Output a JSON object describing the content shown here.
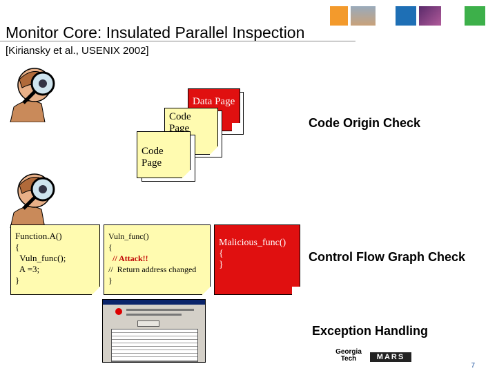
{
  "slide": {
    "title": "Monitor Core: Insulated Parallel Inspection",
    "citation": "[Kiriansky et al., USENIX 2002]",
    "page_number": "7"
  },
  "pages": {
    "data_page": "Data Page",
    "code_page_top": "Code Page",
    "code_page_mid": "Code Page"
  },
  "code_boxes": {
    "function_a": [
      "Function.A()",
      "{",
      "  Vuln_func();",
      "  A =3;",
      "}"
    ],
    "vuln_func": [
      "Vuln_func()",
      "{",
      "  // Attack!!",
      "//  Return address changed",
      "}"
    ],
    "malicious": [
      "Malicious_func()",
      "{",
      "}"
    ]
  },
  "labels": {
    "code_origin": "Code Origin Check",
    "control_flow": "Control Flow Graph Check",
    "exception": "Exception Handling"
  },
  "logos": {
    "georgia_tech": "Georgia Tech",
    "mars": "MARS"
  },
  "colors": {
    "red_page": "#e01010",
    "yellow_page": "#fffbb0",
    "attack_text": "#c00000"
  }
}
